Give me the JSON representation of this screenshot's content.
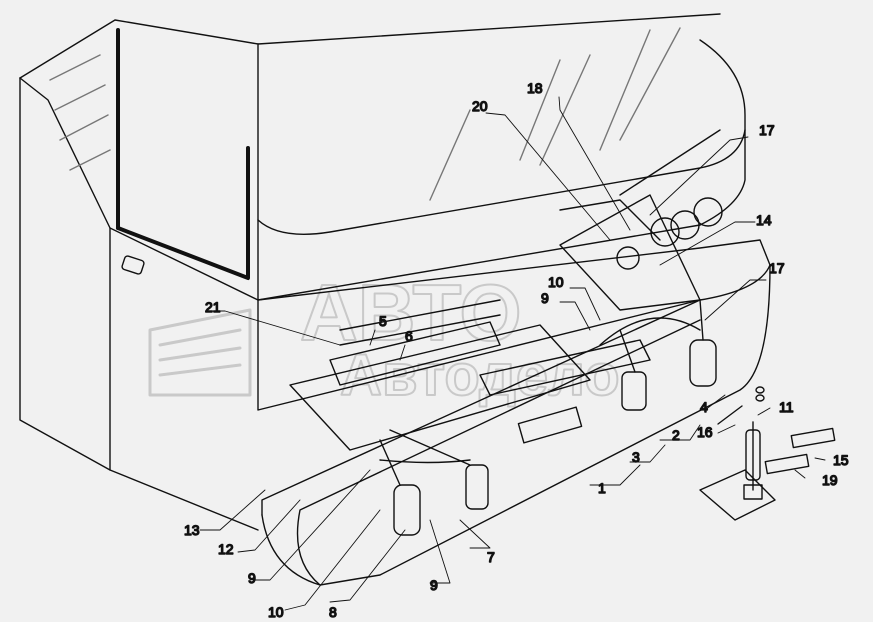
{
  "watermark": {
    "line1": "АВТО",
    "line2": "Автодело"
  },
  "callouts": [
    {
      "id": "c1",
      "text": "1"
    },
    {
      "id": "c2",
      "text": "2"
    },
    {
      "id": "c3",
      "text": "3"
    },
    {
      "id": "c4",
      "text": "4"
    },
    {
      "id": "c5",
      "text": "5"
    },
    {
      "id": "c6",
      "text": "6"
    },
    {
      "id": "c7",
      "text": "7"
    },
    {
      "id": "c8",
      "text": "8"
    },
    {
      "id": "c9a",
      "text": "9"
    },
    {
      "id": "c9b",
      "text": "9"
    },
    {
      "id": "c9c",
      "text": "9"
    },
    {
      "id": "c10a",
      "text": "10"
    },
    {
      "id": "c10b",
      "text": "10"
    },
    {
      "id": "c11",
      "text": "11"
    },
    {
      "id": "c12",
      "text": "12"
    },
    {
      "id": "c13",
      "text": "13"
    },
    {
      "id": "c14",
      "text": "14"
    },
    {
      "id": "c15",
      "text": "15"
    },
    {
      "id": "c16",
      "text": "16"
    },
    {
      "id": "c17a",
      "text": "17"
    },
    {
      "id": "c17b",
      "text": "17"
    },
    {
      "id": "c18",
      "text": "18"
    },
    {
      "id": "c19",
      "text": "19"
    },
    {
      "id": "c20",
      "text": "20"
    },
    {
      "id": "c21",
      "text": "21"
    }
  ]
}
